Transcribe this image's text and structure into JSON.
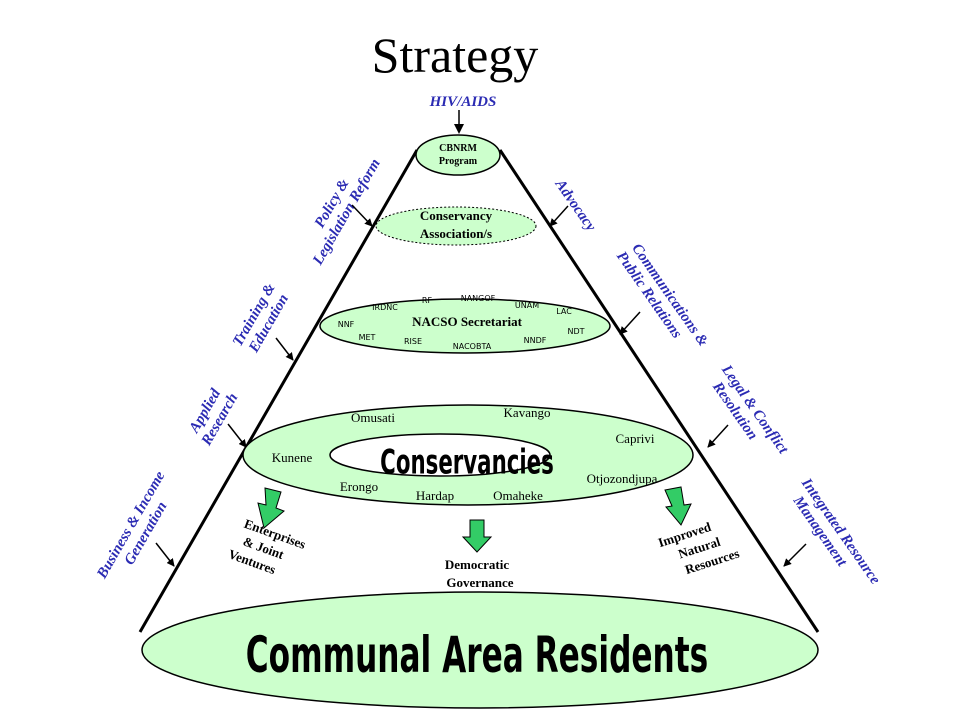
{
  "title": "Strategy",
  "top_input": "HIV/AIDS",
  "levels": {
    "cbnrm": [
      "CBNRM",
      "Program"
    ],
    "conservancy_association": [
      "Conservancy",
      "Association/s"
    ],
    "nacso": {
      "label": "NACSO Secretariat",
      "members": [
        "IRDNC",
        "RF",
        "NANGOF",
        "UNAM",
        "LAC",
        "NNF",
        "MET",
        "RISE",
        "NACOBTA",
        "NNDF",
        "NDT"
      ]
    },
    "conservancies": {
      "label": "Conservancies",
      "regions": [
        "Omusati",
        "Kavango",
        "Caprivi",
        "Kunene",
        "Otjozondjupa",
        "Erongo",
        "Hardap",
        "Omaheke"
      ]
    },
    "base": "Communal Area Residents"
  },
  "outcomes": {
    "left": [
      "Enterprises",
      "& Joint",
      "Ventures"
    ],
    "center": [
      "Democratic",
      "Governance"
    ],
    "right": [
      "Improved",
      "Natural",
      "Resources"
    ]
  },
  "left_inputs": [
    [
      "Policy &",
      "Legislation Reform"
    ],
    [
      "Training &",
      "Education"
    ],
    [
      "Applied",
      "Research"
    ],
    [
      "Business & Income",
      "Generation"
    ]
  ],
  "right_inputs": [
    [
      "Advocacy"
    ],
    [
      "Communications &",
      "Public Relations"
    ],
    [
      "Legal & Conflict",
      "Resolution"
    ],
    [
      "Integrated Resource",
      "Management"
    ]
  ],
  "colors": {
    "ellipse_fill": "#ccffcc",
    "outcome_arrow": "#33cc66",
    "side_text": "#2b2bb3"
  }
}
